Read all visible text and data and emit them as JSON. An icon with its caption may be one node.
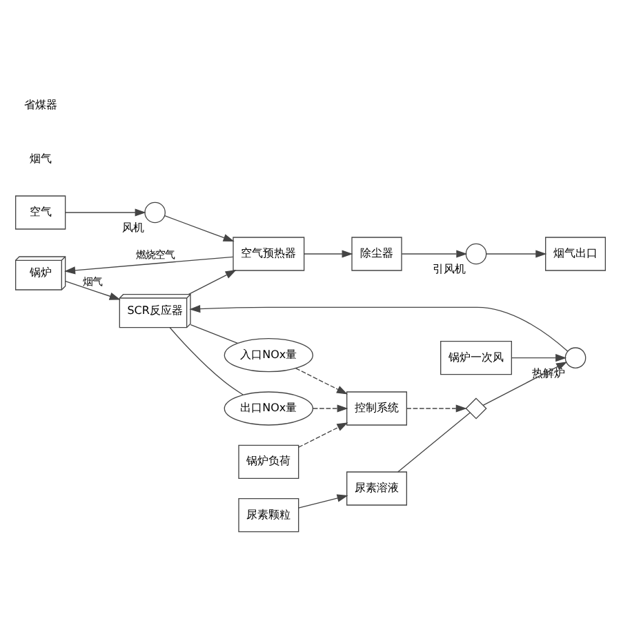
{
  "diagram": {
    "nodes": [
      {
        "text": [
          "锅炉"
        ]
      },
      {
        "text": [
          "SCR反应器"
        ]
      },
      {
        "text": [
          "空气预热器"
        ]
      },
      {
        "text": [
          "除尘器"
        ]
      },
      {
        "text": [],
        "shape": "circle",
        "beside": [
          "引风机"
        ]
      },
      {
        "text": [
          "烟气出口"
        ]
      },
      {
        "text": [
          "空气"
        ]
      },
      {
        "text": [],
        "shape": "circle",
        "beside": [
          "风机"
        ]
      },
      {
        "text": [
          "锅炉一次风"
        ]
      },
      {
        "text": [],
        "shape": "circle",
        "beside": [
          "热解炉"
        ]
      },
      {
        "text": [],
        "shape": "valve"
      },
      {
        "text": [
          "入口NOx量"
        ]
      },
      {
        "text": [
          "出口NOx量"
        ]
      },
      {
        "text": [
          "控制系统"
        ]
      },
      {
        "text": [
          "锅炉负荷"
        ]
      },
      {
        "text": [
          "尿素溶液"
        ]
      },
      {
        "text": [
          "尿素颗粒"
        ]
      }
    ],
    "edges": [
      {
        "from": 0,
        "to": 1,
        "arrow": "to",
        "label": "烟气"
      },
      {
        "from": 1,
        "to": 2,
        "arrow": "to"
      },
      {
        "from": 2,
        "to": 3,
        "arrow": "to"
      },
      {
        "from": 3,
        "to": 4,
        "arrow": "to"
      },
      {
        "from": 4,
        "to": 5,
        "arrow": "to"
      },
      {
        "from": 6,
        "to": 7,
        "arrow": "to"
      },
      {
        "from": 7,
        "to": 2,
        "arrow": "to"
      },
      {
        "from": 2,
        "to": 0,
        "arrow": "to",
        "label": "燃烧空气"
      },
      {
        "from": 8,
        "to": 9,
        "arrow": "to"
      },
      {
        "from": 16,
        "to": 15,
        "arrow": "to"
      },
      {
        "from": 15,
        "to": 10,
        "arrow": "none"
      },
      {
        "from": 10,
        "to": 9,
        "arrow": "to"
      },
      {
        "from": 9,
        "to": 1,
        "arrow": "to"
      },
      {
        "from": 1,
        "to": 11,
        "arrow": "none"
      },
      {
        "from": 1,
        "to": 12,
        "arrow": "none"
      },
      {
        "from": 11,
        "to": 13,
        "arrow": "to",
        "style": "dashed"
      },
      {
        "from": 12,
        "to": 13,
        "arrow": "to",
        "style": "dashed"
      },
      {
        "from": 14,
        "to": 13,
        "arrow": "to",
        "style": "dashed"
      },
      {
        "from": 13,
        "to": 10,
        "arrow": "to",
        "style": "dashed"
      }
    ],
    "labels": [
      "烟气",
      "省煤器"
    ]
  }
}
